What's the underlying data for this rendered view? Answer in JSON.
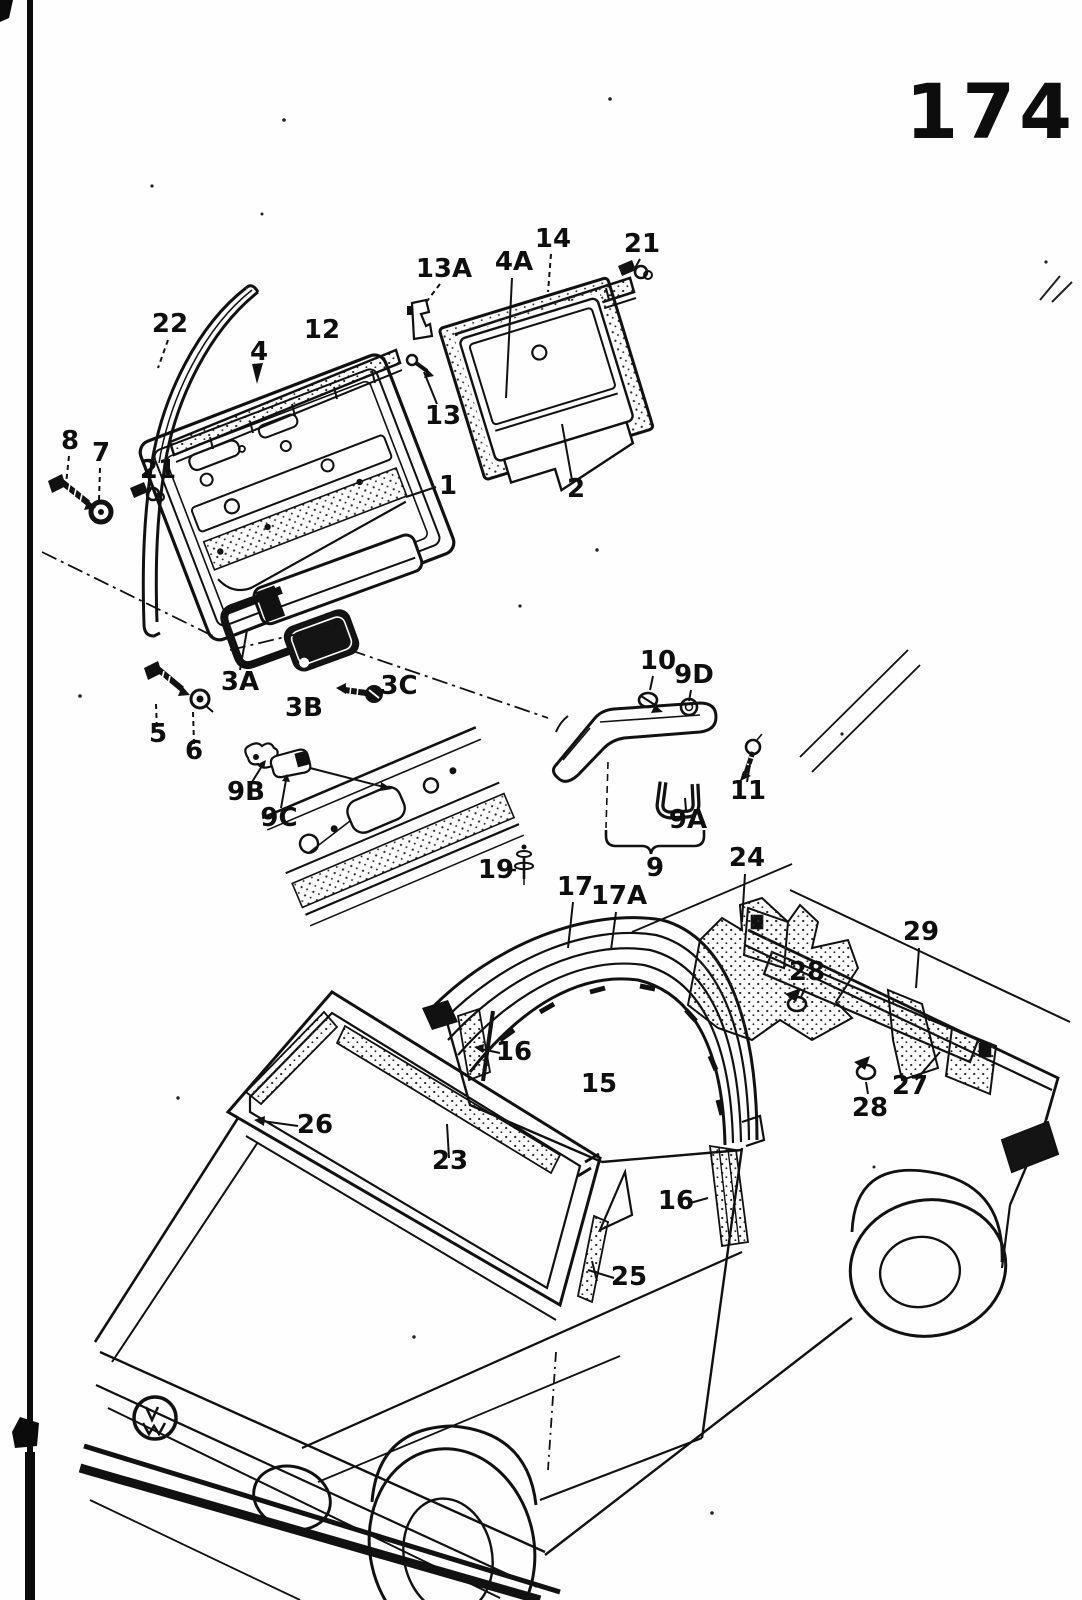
{
  "page": {
    "number": "174"
  },
  "diagram": {
    "labels": [
      {
        "id": "22",
        "text": "22"
      },
      {
        "id": "12",
        "text": "12"
      },
      {
        "id": "4",
        "text": "4"
      },
      {
        "id": "13A",
        "text": "13A"
      },
      {
        "id": "4A",
        "text": "4A"
      },
      {
        "id": "14",
        "text": "14"
      },
      {
        "id": "21-top",
        "text": "21"
      },
      {
        "id": "13",
        "text": "13"
      },
      {
        "id": "1",
        "text": "1"
      },
      {
        "id": "2",
        "text": "2"
      },
      {
        "id": "8",
        "text": "8"
      },
      {
        "id": "7",
        "text": "7"
      },
      {
        "id": "21-left",
        "text": "21"
      },
      {
        "id": "3A",
        "text": "3A"
      },
      {
        "id": "3C",
        "text": "3C"
      },
      {
        "id": "3B",
        "text": "3B"
      },
      {
        "id": "5",
        "text": "5"
      },
      {
        "id": "6",
        "text": "6"
      },
      {
        "id": "9B",
        "text": "9B"
      },
      {
        "id": "9C",
        "text": "9C"
      },
      {
        "id": "10",
        "text": "10"
      },
      {
        "id": "9D",
        "text": "9D"
      },
      {
        "id": "9A",
        "text": "9A"
      },
      {
        "id": "9",
        "text": "9"
      },
      {
        "id": "11",
        "text": "11"
      },
      {
        "id": "19",
        "text": "19"
      },
      {
        "id": "17",
        "text": "17"
      },
      {
        "id": "17A",
        "text": "17A"
      },
      {
        "id": "24",
        "text": "24"
      },
      {
        "id": "29",
        "text": "29"
      },
      {
        "id": "28-upper",
        "text": "28"
      },
      {
        "id": "16-front",
        "text": "16"
      },
      {
        "id": "15",
        "text": "15"
      },
      {
        "id": "26",
        "text": "26"
      },
      {
        "id": "23",
        "text": "23"
      },
      {
        "id": "27",
        "text": "27"
      },
      {
        "id": "28-lower",
        "text": "28"
      },
      {
        "id": "16-rear",
        "text": "16"
      },
      {
        "id": "25",
        "text": "25"
      }
    ]
  }
}
